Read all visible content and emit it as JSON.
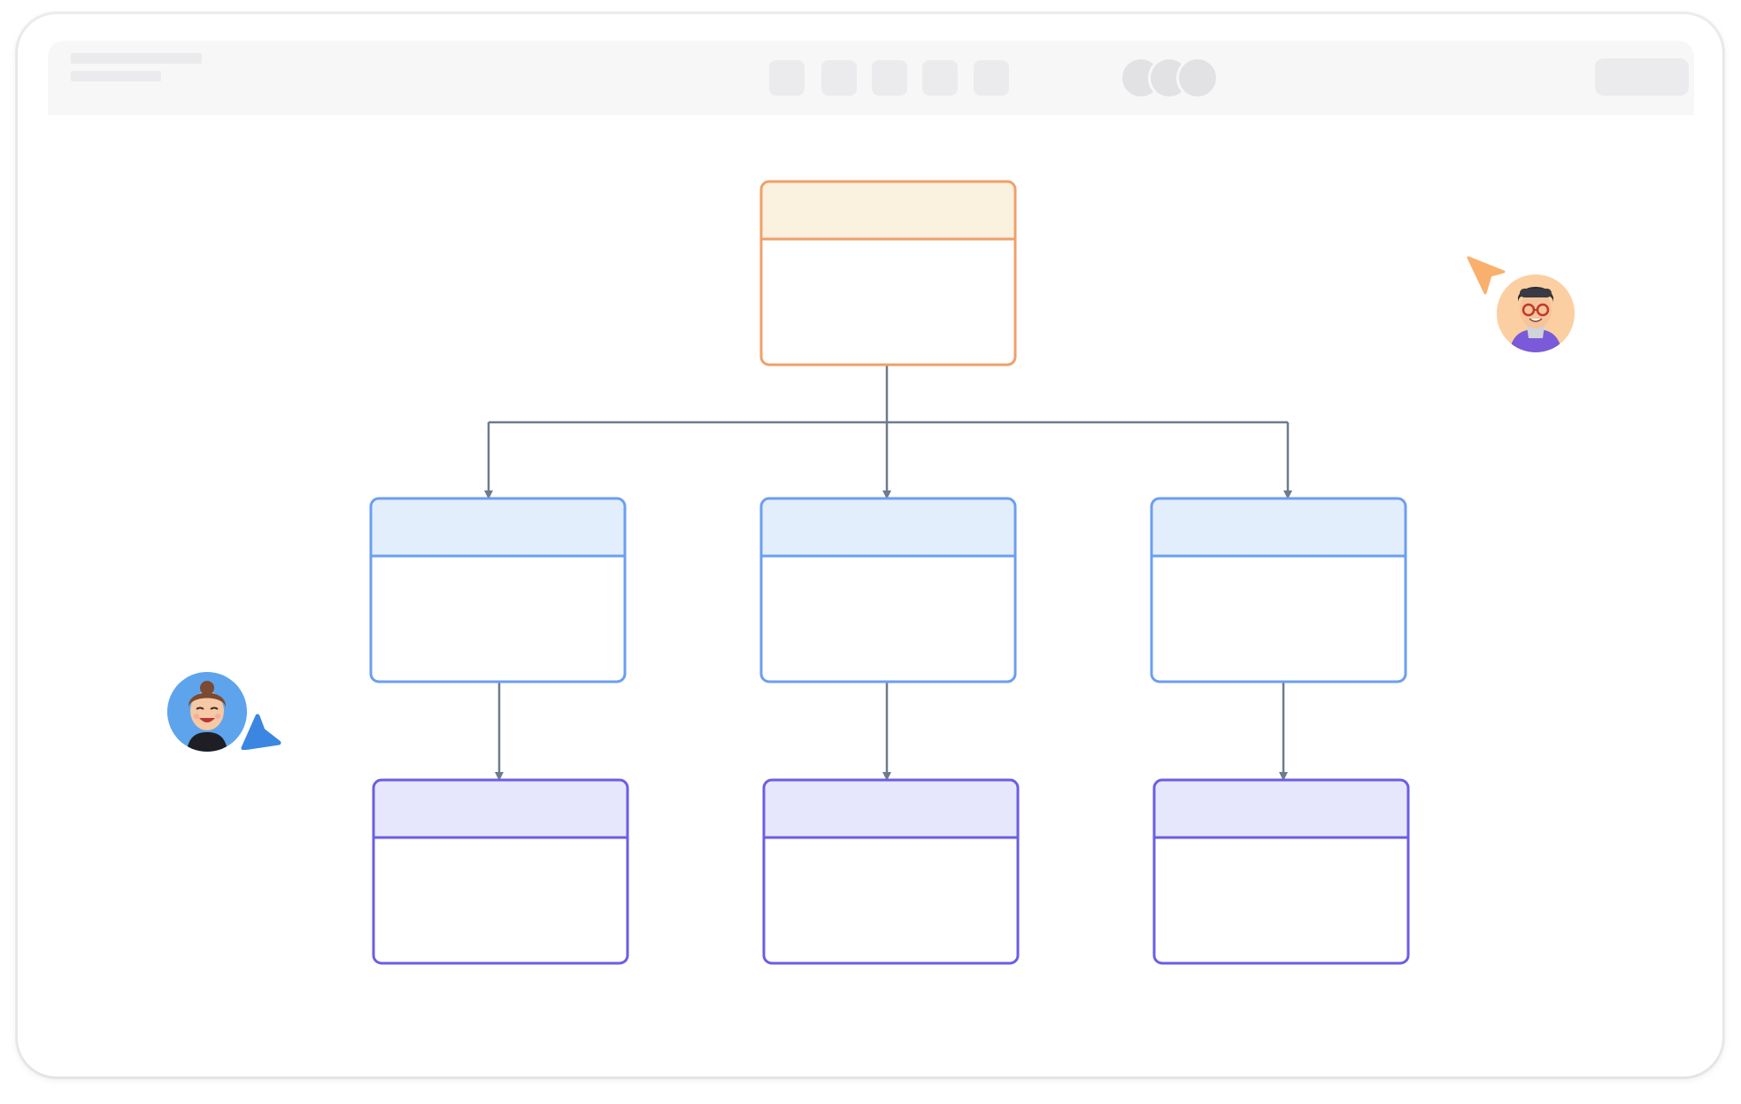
{
  "window": {
    "toolbar": {
      "title_placeholder": "",
      "tools": [
        "tool-1",
        "tool-2",
        "tool-3",
        "tool-4",
        "tool-5"
      ],
      "collaborators": [
        "collaborator-1",
        "collaborator-2",
        "collaborator-3"
      ],
      "share_button": ""
    }
  },
  "diagram": {
    "colors": {
      "root_border": "#f0a06a",
      "root_header": "#fbf1df",
      "level2_border": "#6b9ff0",
      "level2_header": "#e3eefd",
      "level3_border": "#6b5ee3",
      "level3_header": "#e6e7fc",
      "connector": "#6e7b8c"
    },
    "nodes": [
      {
        "id": "root",
        "level": 1,
        "title": "",
        "body": ""
      },
      {
        "id": "child-left",
        "level": 2,
        "parent": "root",
        "title": "",
        "body": ""
      },
      {
        "id": "child-center",
        "level": 2,
        "parent": "root",
        "title": "",
        "body": ""
      },
      {
        "id": "child-right",
        "level": 2,
        "parent": "root",
        "title": "",
        "body": ""
      },
      {
        "id": "grandchild-left",
        "level": 3,
        "parent": "child-left",
        "title": "",
        "body": ""
      },
      {
        "id": "grandchild-center",
        "level": 3,
        "parent": "child-center",
        "title": "",
        "body": ""
      },
      {
        "id": "grandchild-right",
        "level": 3,
        "parent": "child-right",
        "title": "",
        "body": ""
      }
    ]
  },
  "cursors": [
    {
      "id": "cursor-orange",
      "color": "#f9b06c",
      "avatar": "collaborator-avatar-glasses"
    },
    {
      "id": "cursor-blue",
      "color": "#3b86e0",
      "avatar": "collaborator-avatar-smiling"
    }
  ]
}
